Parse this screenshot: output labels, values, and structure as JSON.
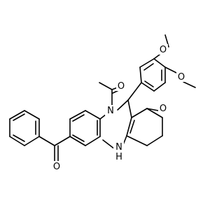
{
  "molecule": {
    "atoms": {
      "o_methoxy_top": "O",
      "o_methoxy_right": "O",
      "o_acetyl": "O",
      "n_top": "N",
      "o_ketone": "O",
      "o_benzoyl": "O",
      "nh": "N",
      "nh_h": "H"
    }
  }
}
